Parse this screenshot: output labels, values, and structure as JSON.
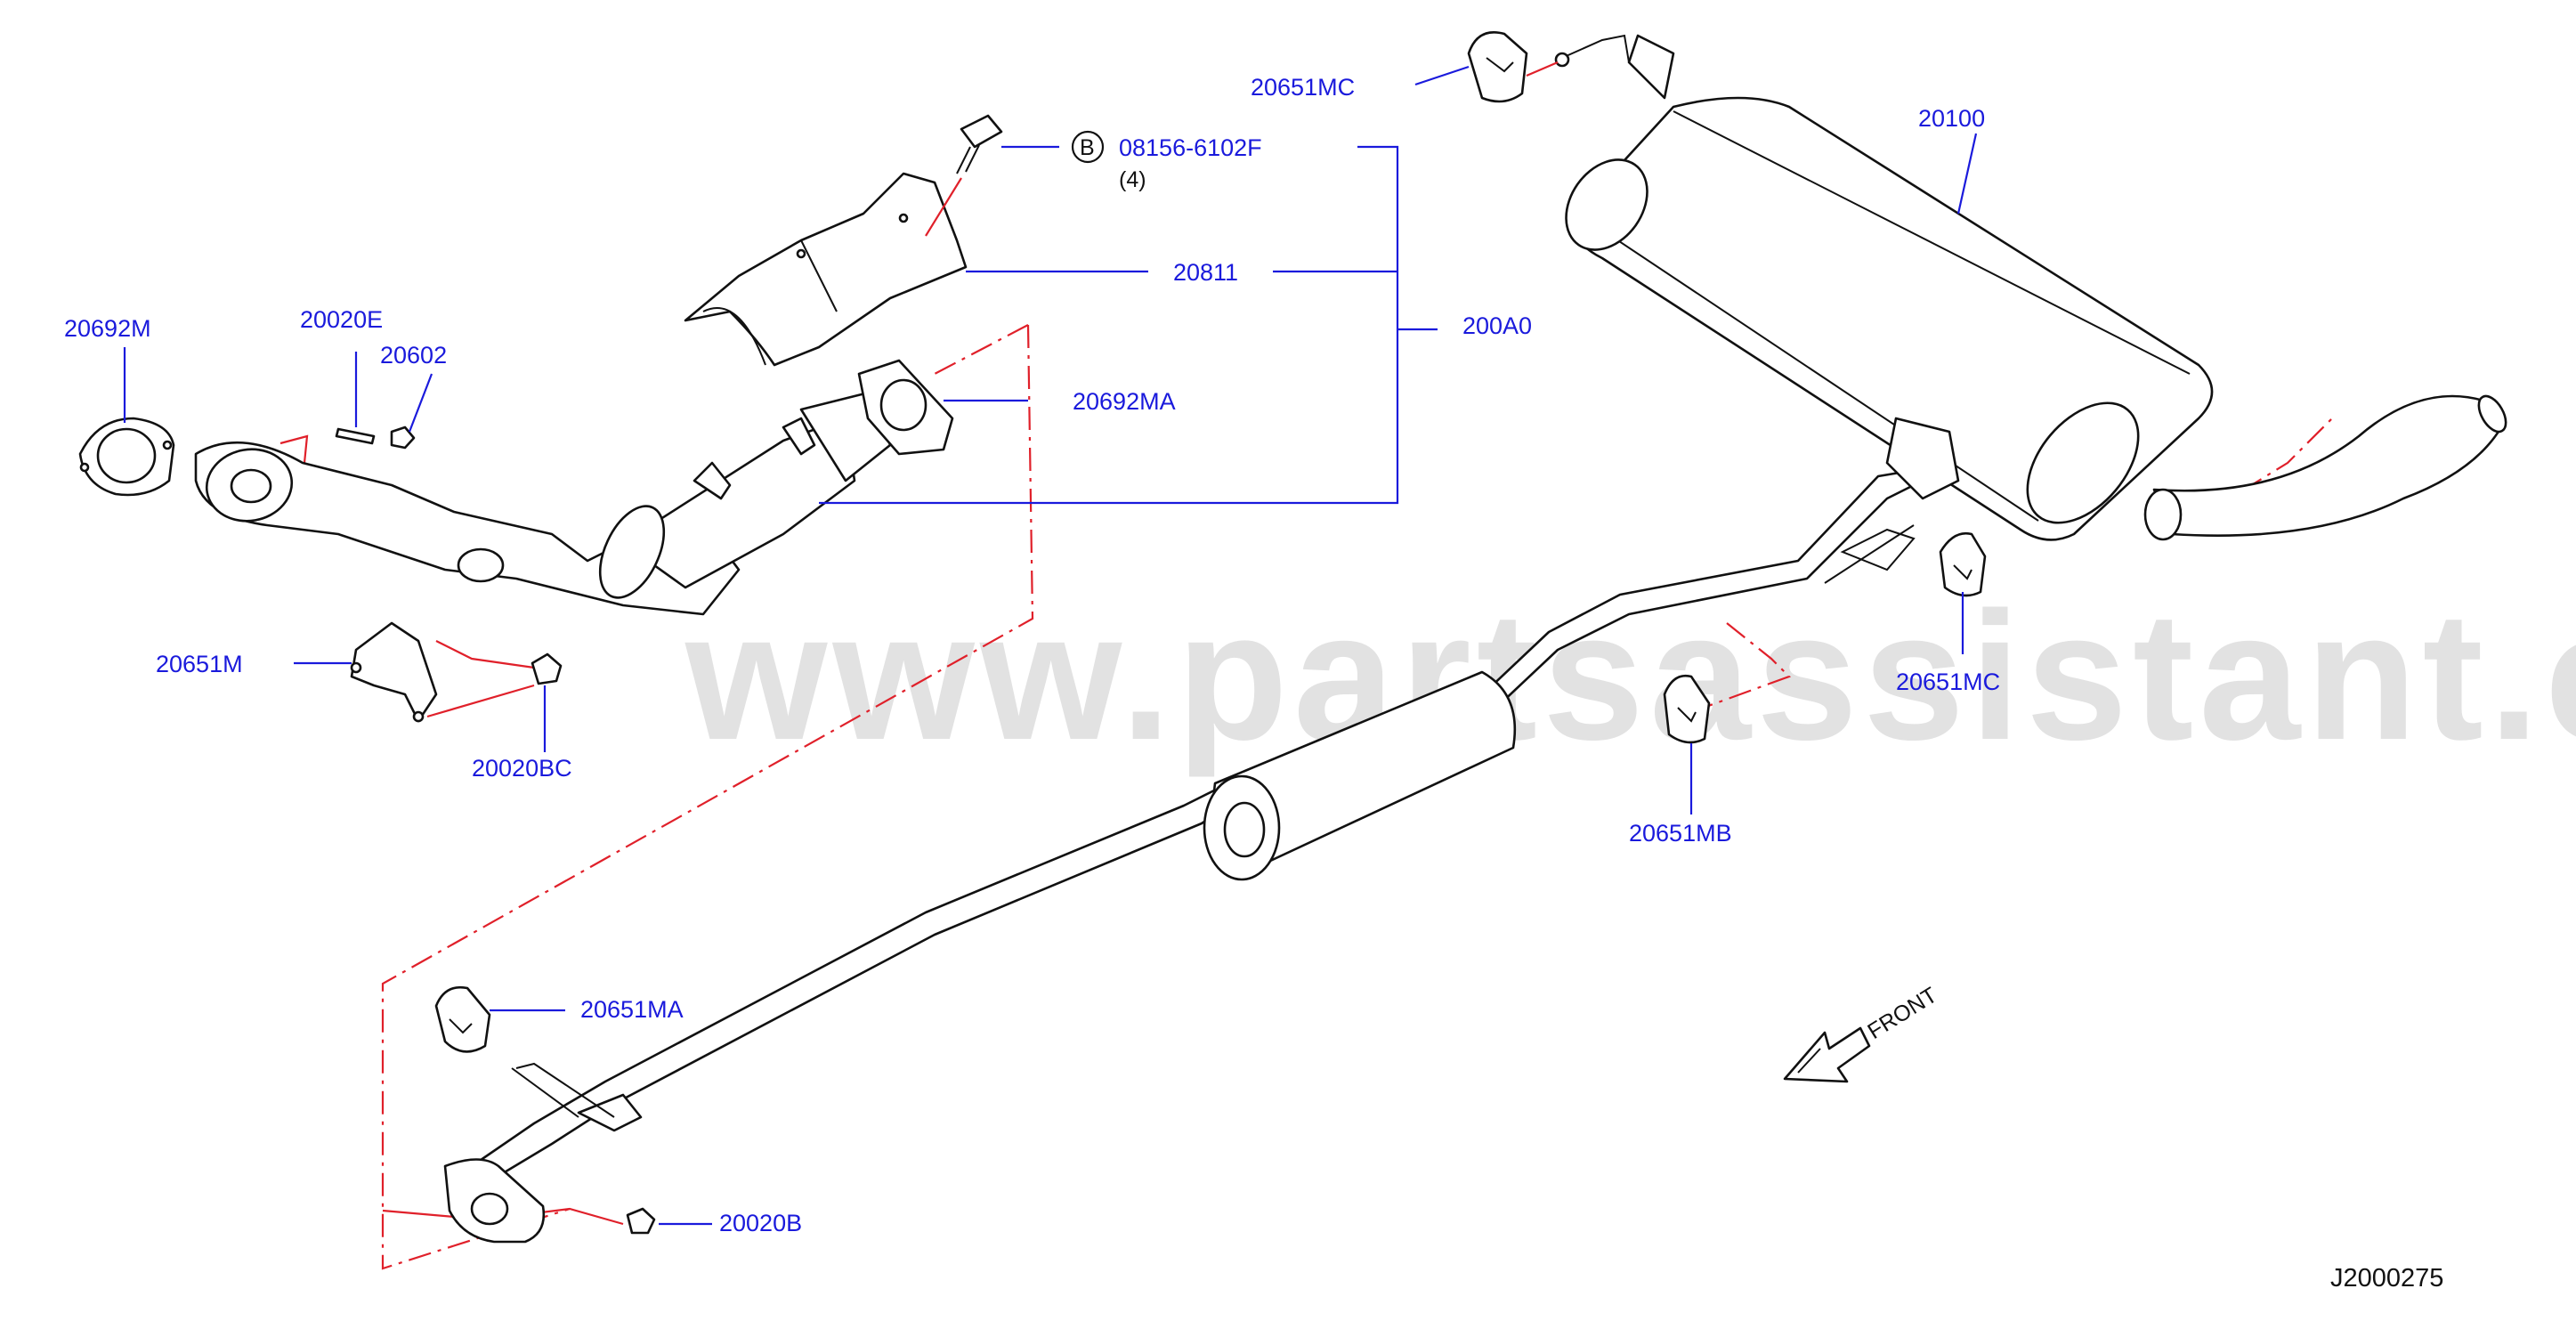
{
  "diagram": {
    "watermark": "www.partsassistant.com",
    "code": "J2000275",
    "front_label": "FRONT",
    "circle_letter": "B",
    "qty_note": "(4)",
    "colors": {
      "label": "#1a1adc",
      "callout_dash": "#e0202a",
      "line": "#111111",
      "watermark": "#e2e2e2"
    },
    "labels": {
      "p20651MC_top": "20651MC",
      "p08156": "08156-6102F",
      "p20100": "20100",
      "p20811": "20811",
      "p200A0": "200A0",
      "p20692M": "20692M",
      "p20020E": "20020E",
      "p20602": "20602",
      "p20692MA": "20692MA",
      "p20651M": "20651M",
      "p20020BC": "20020BC",
      "p20651MC_right": "20651MC",
      "p20651MB": "20651MB",
      "p20651MA": "20651MA",
      "p20020B": "20020B"
    }
  }
}
